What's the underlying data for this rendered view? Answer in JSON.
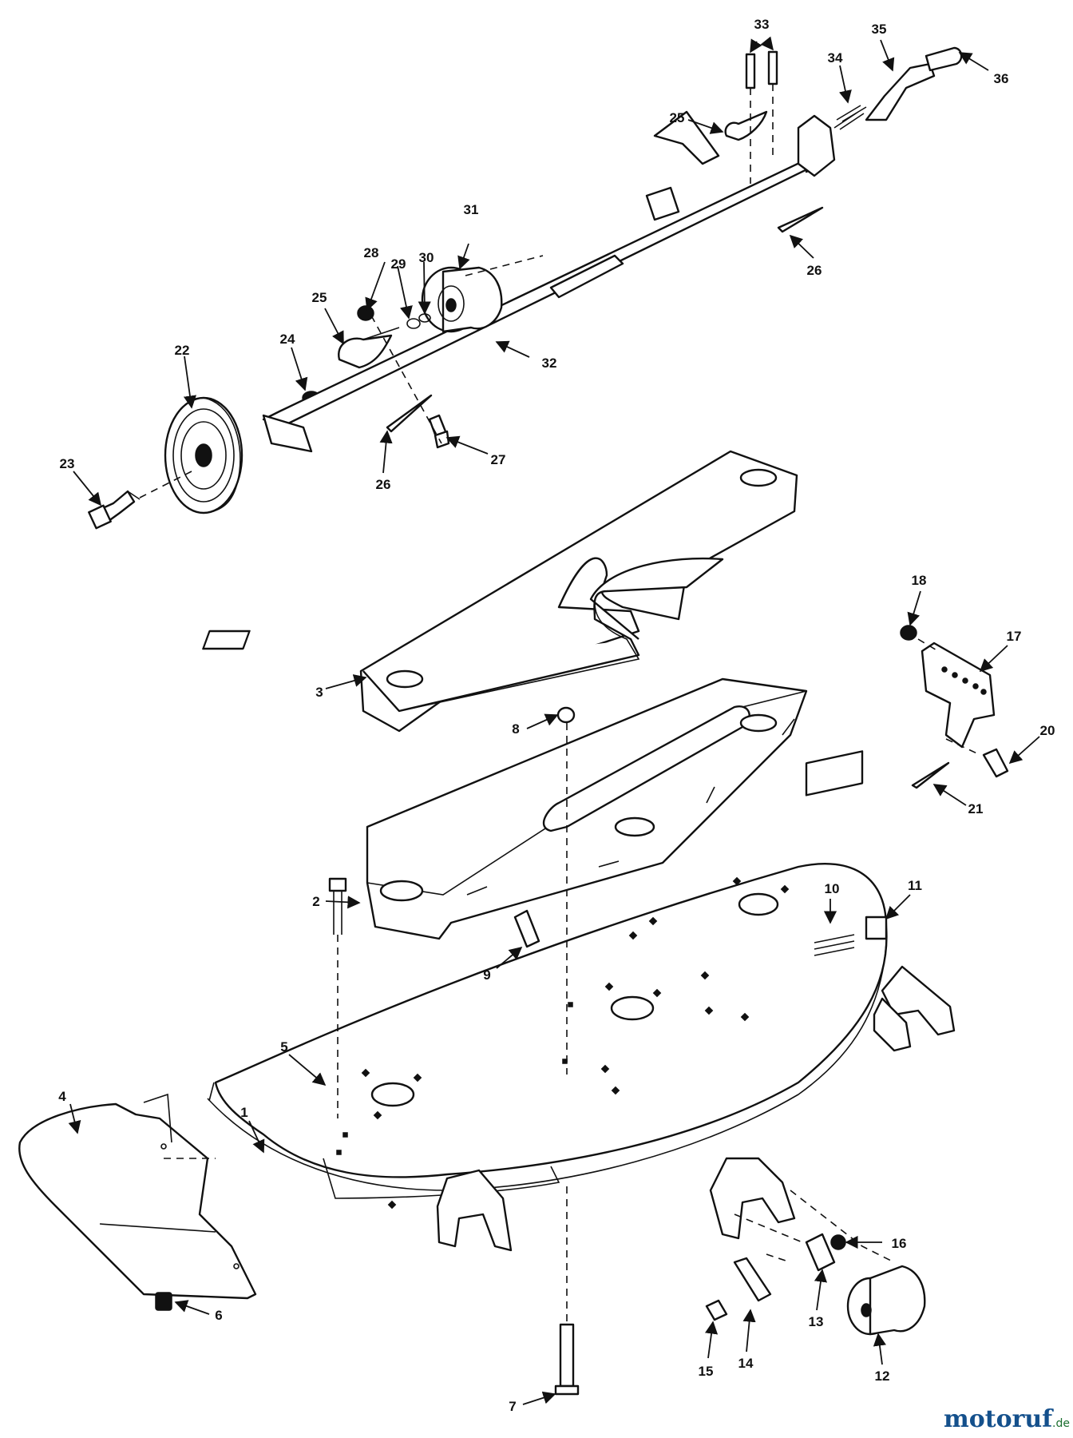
{
  "diagram": {
    "callouts": [
      "1",
      "2",
      "3",
      "4",
      "5",
      "6",
      "7",
      "8",
      "9",
      "10",
      "11",
      "12",
      "13",
      "14",
      "15",
      "16",
      "17",
      "18",
      "20",
      "21",
      "22",
      "23",
      "24",
      "25",
      "25",
      "26",
      "26",
      "27",
      "28",
      "29",
      "30",
      "31",
      "32",
      "33",
      "34",
      "35",
      "36"
    ]
  },
  "watermark": {
    "main": "motoruf",
    "suffix": ".de",
    "accent_color": "#2aa0d8",
    "brand_color": "#14508c"
  }
}
